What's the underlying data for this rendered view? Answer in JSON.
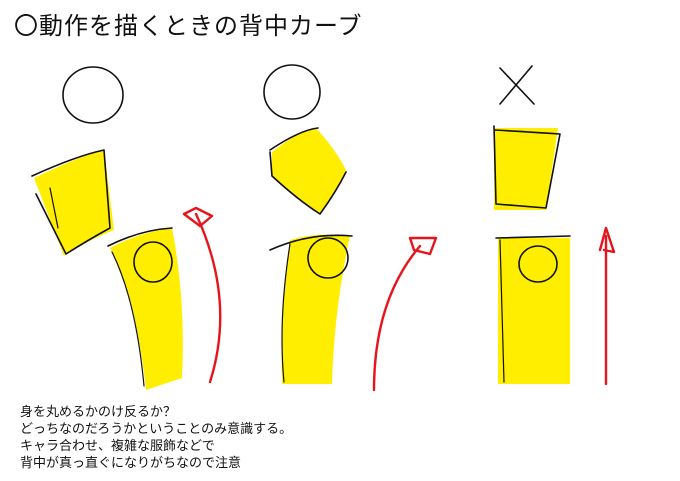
{
  "title": "〇動作を描くときの背中カーブ",
  "marks": {
    "good_1": "good-circle-mark",
    "good_2": "good-circle-mark",
    "bad_3": "bad-x-mark"
  },
  "notes": [
    "身を丸めるかのけ反るか？",
    "どっちなのだろうかということのみ意識する。",
    "キャラ合わせ、複雑な服飾などで",
    "背中が真っ直ぐになりがちなので注意"
  ],
  "colors": {
    "highlight": "#ffee00",
    "ink": "#111111",
    "arrow": "#e8141c"
  }
}
